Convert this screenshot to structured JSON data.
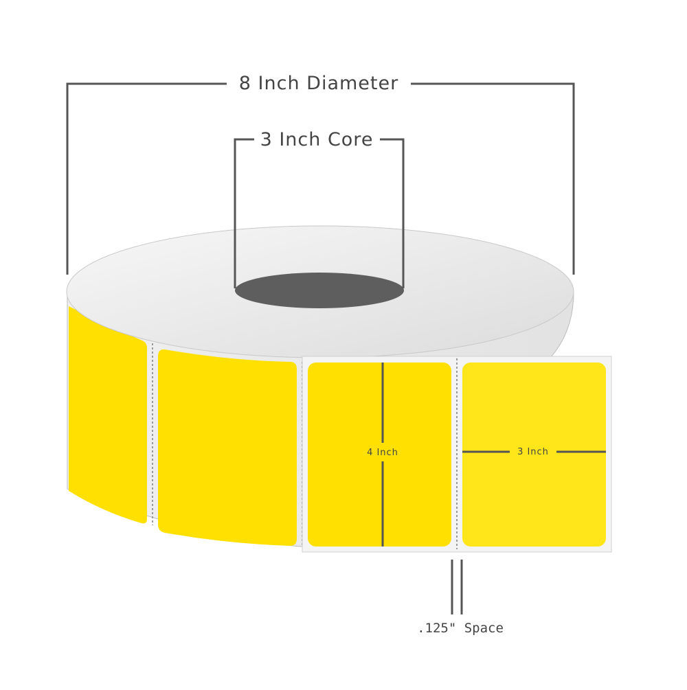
{
  "annotations": {
    "diameter": "8 Inch Diameter",
    "core": "3 Inch Core",
    "label_height": "4 Inch",
    "label_width": "3 Inch",
    "gap": ".125\" Space"
  },
  "colors": {
    "label_yellow": "#FFE000",
    "liner": "#F4F4F4",
    "roll_face": "#EDEDED",
    "core_hole": "#5E5E5E",
    "dimension_line": "#555555"
  }
}
